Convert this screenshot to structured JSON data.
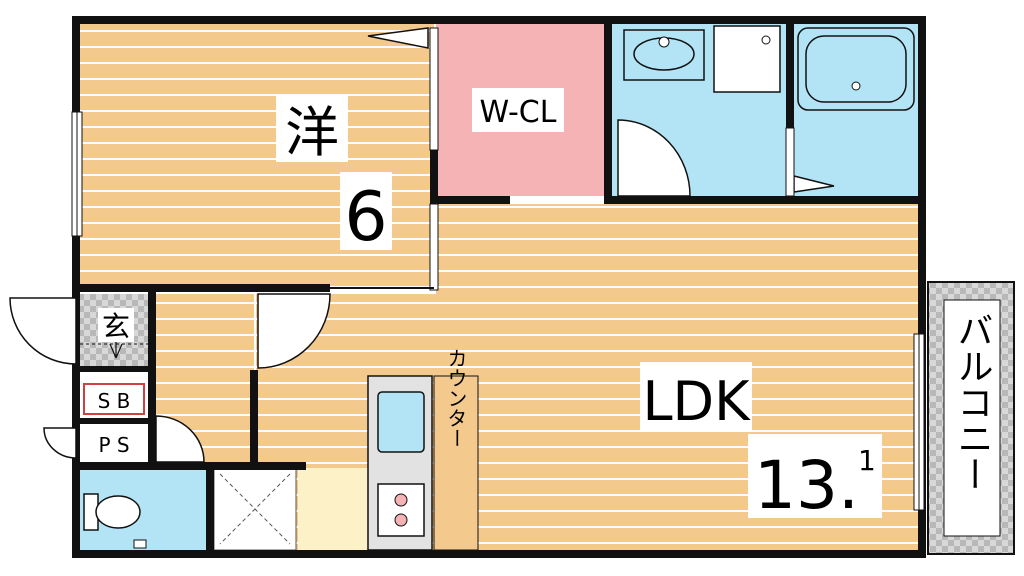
{
  "rooms": {
    "western": {
      "kanji": "洋",
      "size": "6"
    },
    "wcl": {
      "label": "W-CL"
    },
    "ldk": {
      "label": "LDK",
      "size_main": "13.",
      "size_sub": "1"
    },
    "entrance": {
      "label": "玄"
    },
    "sb": {
      "label": "S B"
    },
    "ps": {
      "label": "P S"
    },
    "counter": {
      "label": "カウンター"
    },
    "balcony": {
      "label": "バルコニー"
    }
  },
  "colors": {
    "wood": "#f4c98e",
    "wood_line": "#ffffff",
    "wall": "#111111",
    "closet": "#f6b3b6",
    "wet": "#b3e4f6",
    "entry_floor": "#cccccc",
    "balcony": "#cfcfcf",
    "hall": "#fdf1c8"
  }
}
